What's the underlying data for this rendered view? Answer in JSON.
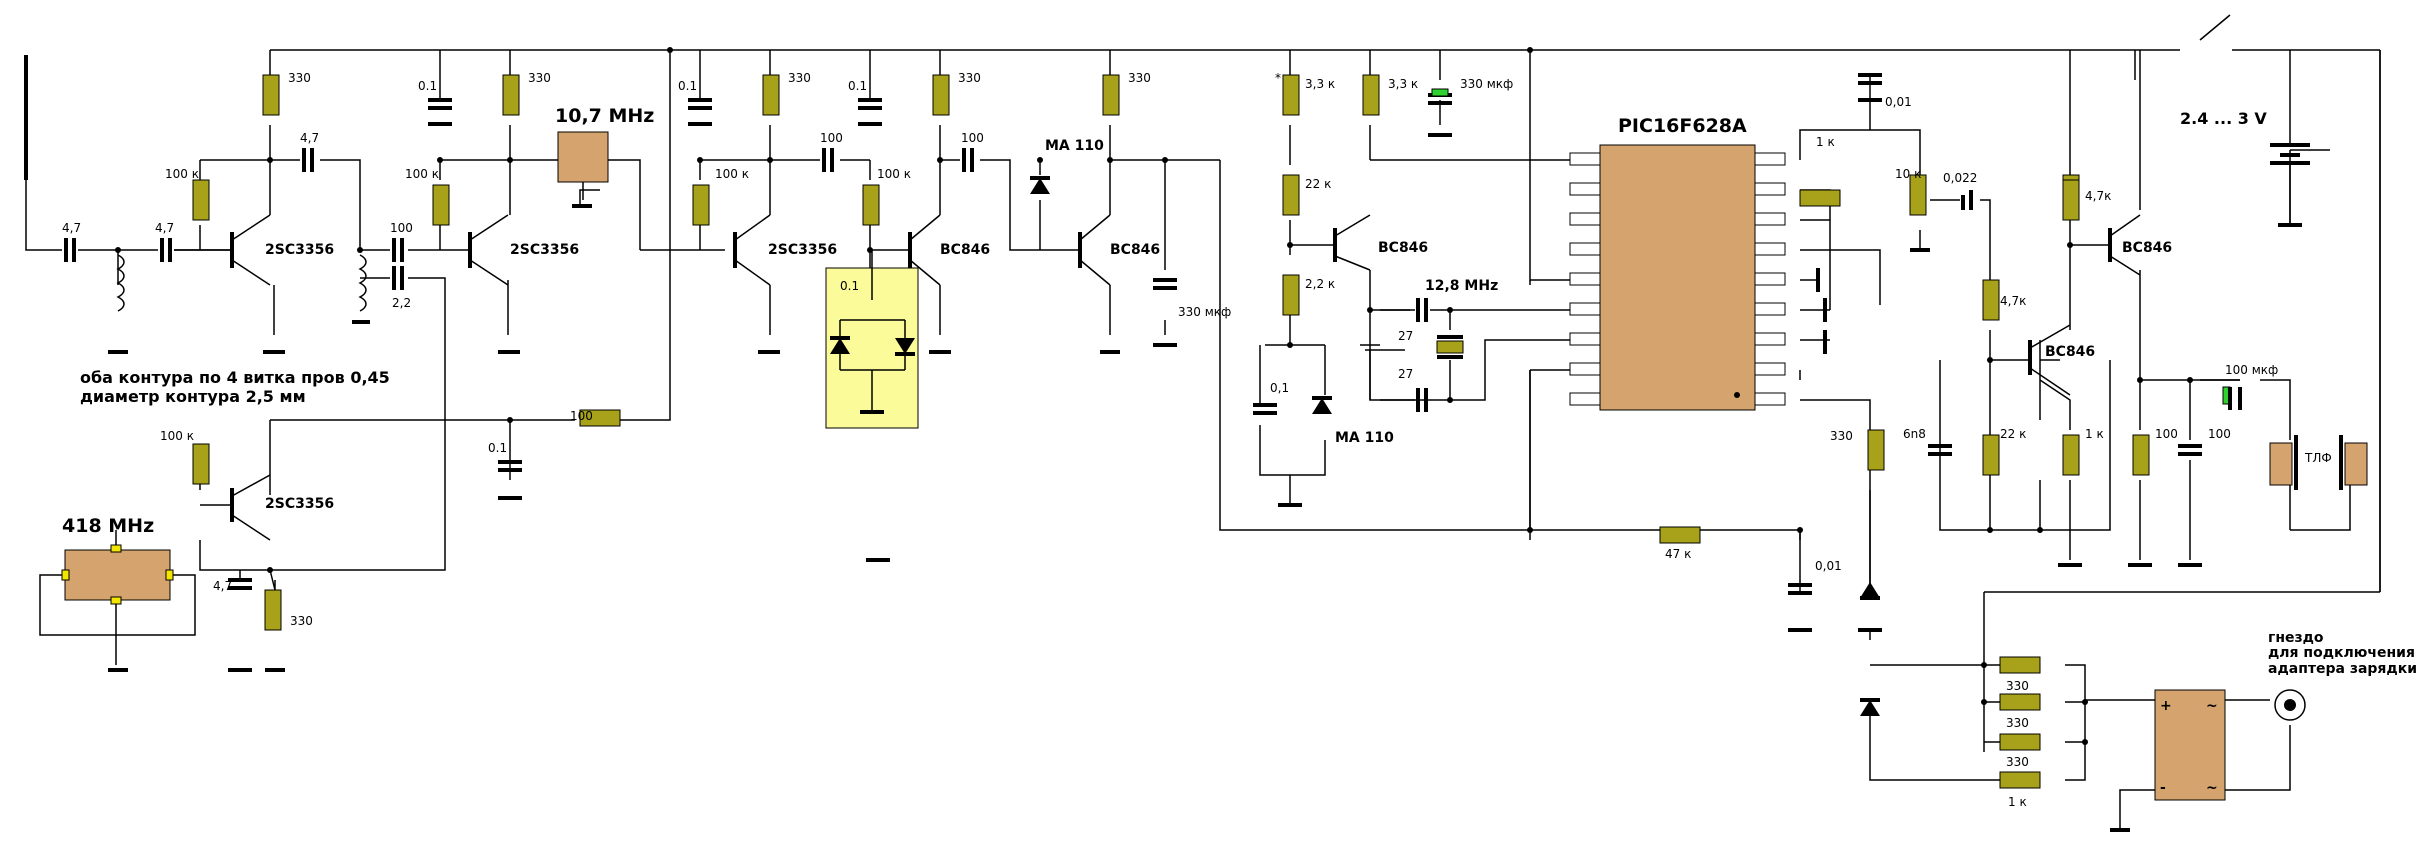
{
  "chip_label": "PIC16F628A",
  "crystal_frequency": "12,8 MHz",
  "if_filter_label": "10,7  MHz",
  "saw_label": "418 MHz",
  "battery_label": "2.4 ... 3 V",
  "coil_note_line1": "оба контура по 4 витка пров 0,45",
  "coil_note_line2": "диаметр контура 2,5 мм",
  "socket_label_line1": "гнездо",
  "socket_label_line2": "для подключения",
  "socket_label_line3": "адаптера зарядки",
  "headphone_label": "ТЛФ",
  "transistors": {
    "q1": "2SC3356",
    "q2": "2SC3356",
    "q3": "2SC3356",
    "q4": "2SC3356",
    "q5": "BC846",
    "q6": "BC846",
    "q7": "BC846",
    "q8": "BC846",
    "q9": "BC846"
  },
  "diodes": {
    "d1": "MA 110",
    "d2": "MA 110"
  },
  "values": {
    "r330": "330",
    "r100k": "100 к",
    "r100": "100",
    "c01": "0.1",
    "c01b": "0,1",
    "c47": "4,7",
    "c100": "100",
    "c22": "2,2",
    "r33k": "3,3 к",
    "r22k": "22 к",
    "r22k2": "2,2 к",
    "c27": "27",
    "c330uf": "330 мкф",
    "c001": "0,01",
    "r1k": "1 к",
    "r10k": "10 к",
    "c0022": "0,022",
    "r47k": "4,7к",
    "r47k2": "4,7к",
    "c6n8": "6n8",
    "r47kb": "47 к",
    "c100uf": "100 мкф",
    "r1kb": "1 к",
    "plus": "+",
    "minus": "-",
    "tilde": "~",
    "star": "*"
  }
}
